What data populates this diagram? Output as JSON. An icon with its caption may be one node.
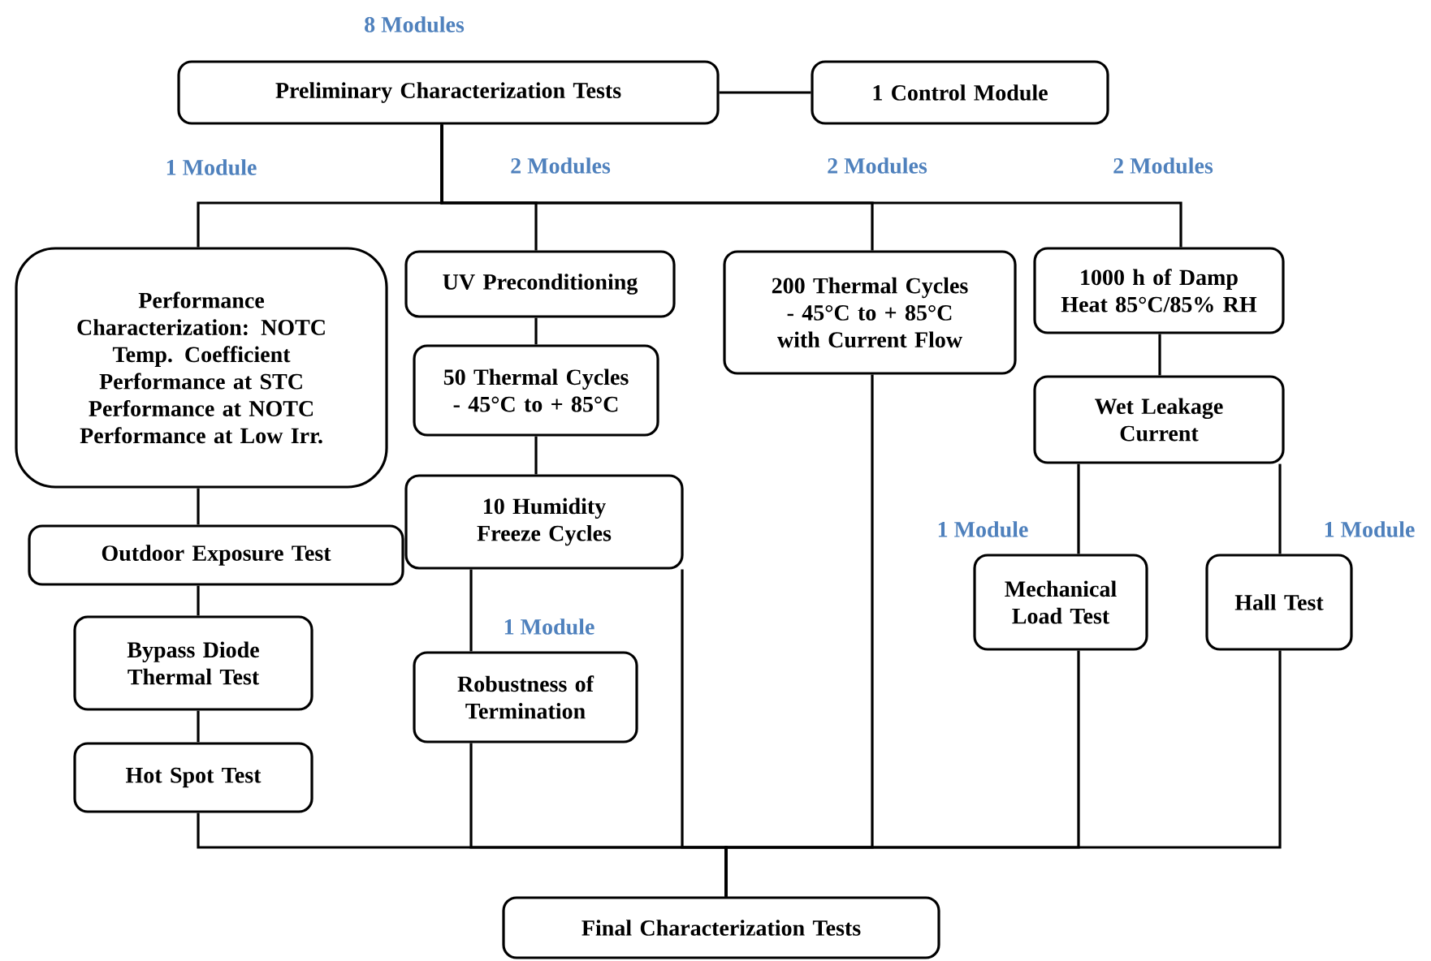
{
  "diagram": {
    "nodes": [
      {
        "text": [
          "Preliminary Characterization Tests"
        ],
        "beside": [
          "8 Modules"
        ]
      },
      {
        "text": [
          "1 Control Module"
        ]
      },
      {
        "text": [
          "Performance Characterization: NOTC",
          "Temp. Coefficient",
          "Performance at STC",
          "Performance at NOTC",
          "Performance at Low Irr."
        ]
      },
      {
        "text": [
          "Outdoor Exposure Test"
        ]
      },
      {
        "text": [
          "Bypass Diode Thermal Test"
        ]
      },
      {
        "text": [
          "Hot Spot Test"
        ]
      },
      {
        "text": [
          "UV Preconditioning"
        ]
      },
      {
        "text": [
          "50 Thermal Cycles - 45°C to + 85°C"
        ]
      },
      {
        "text": [
          "10 Humidity Freeze Cycles"
        ]
      },
      {
        "text": [
          "Robustness of Termination"
        ]
      },
      {
        "text": [
          "200 Thermal Cycles - 45°C to + 85°C with Current Flow"
        ]
      },
      {
        "text": [
          "1000 h of Damp Heat 85°C/85% RH"
        ]
      },
      {
        "text": [
          "Wet Leakage Current"
        ]
      },
      {
        "text": [
          "Mechanical Load Test"
        ]
      },
      {
        "text": [
          "Hall Test"
        ]
      },
      {
        "text": [
          "Final Characterization Tests"
        ]
      }
    ],
    "edges": [
      {
        "from": 0,
        "to": 1,
        "arrow": "none"
      },
      {
        "from": 0,
        "to": 2,
        "arrow": "none"
      },
      {
        "from": 0,
        "to": 6,
        "arrow": "none"
      },
      {
        "from": 0,
        "to": 10,
        "arrow": "none"
      },
      {
        "from": 0,
        "to": 11,
        "arrow": "none"
      },
      {
        "from": 2,
        "to": 3,
        "arrow": "none"
      },
      {
        "from": 3,
        "to": 4,
        "arrow": "none"
      },
      {
        "from": 4,
        "to": 5,
        "arrow": "none"
      },
      {
        "from": 6,
        "to": 7,
        "arrow": "none"
      },
      {
        "from": 7,
        "to": 8,
        "arrow": "none"
      },
      {
        "from": 8,
        "to": 9,
        "arrow": "none"
      },
      {
        "from": 11,
        "to": 12,
        "arrow": "none"
      },
      {
        "from": 12,
        "to": 13,
        "arrow": "none"
      },
      {
        "from": 12,
        "to": 14,
        "arrow": "none"
      },
      {
        "from": 5,
        "to": 15,
        "arrow": "none"
      },
      {
        "from": 9,
        "to": 15,
        "arrow": "none"
      },
      {
        "from": 8,
        "to": 15,
        "arrow": "none"
      },
      {
        "from": 10,
        "to": 15,
        "arrow": "none"
      },
      {
        "from": 13,
        "to": 15,
        "arrow": "none"
      },
      {
        "from": 14,
        "to": 15,
        "arrow": "none"
      }
    ],
    "labels": [
      "1 Module",
      "2 Modules",
      "2 Modules",
      "2 Modules",
      "1 Module",
      "1 Module",
      "1 Module"
    ]
  }
}
